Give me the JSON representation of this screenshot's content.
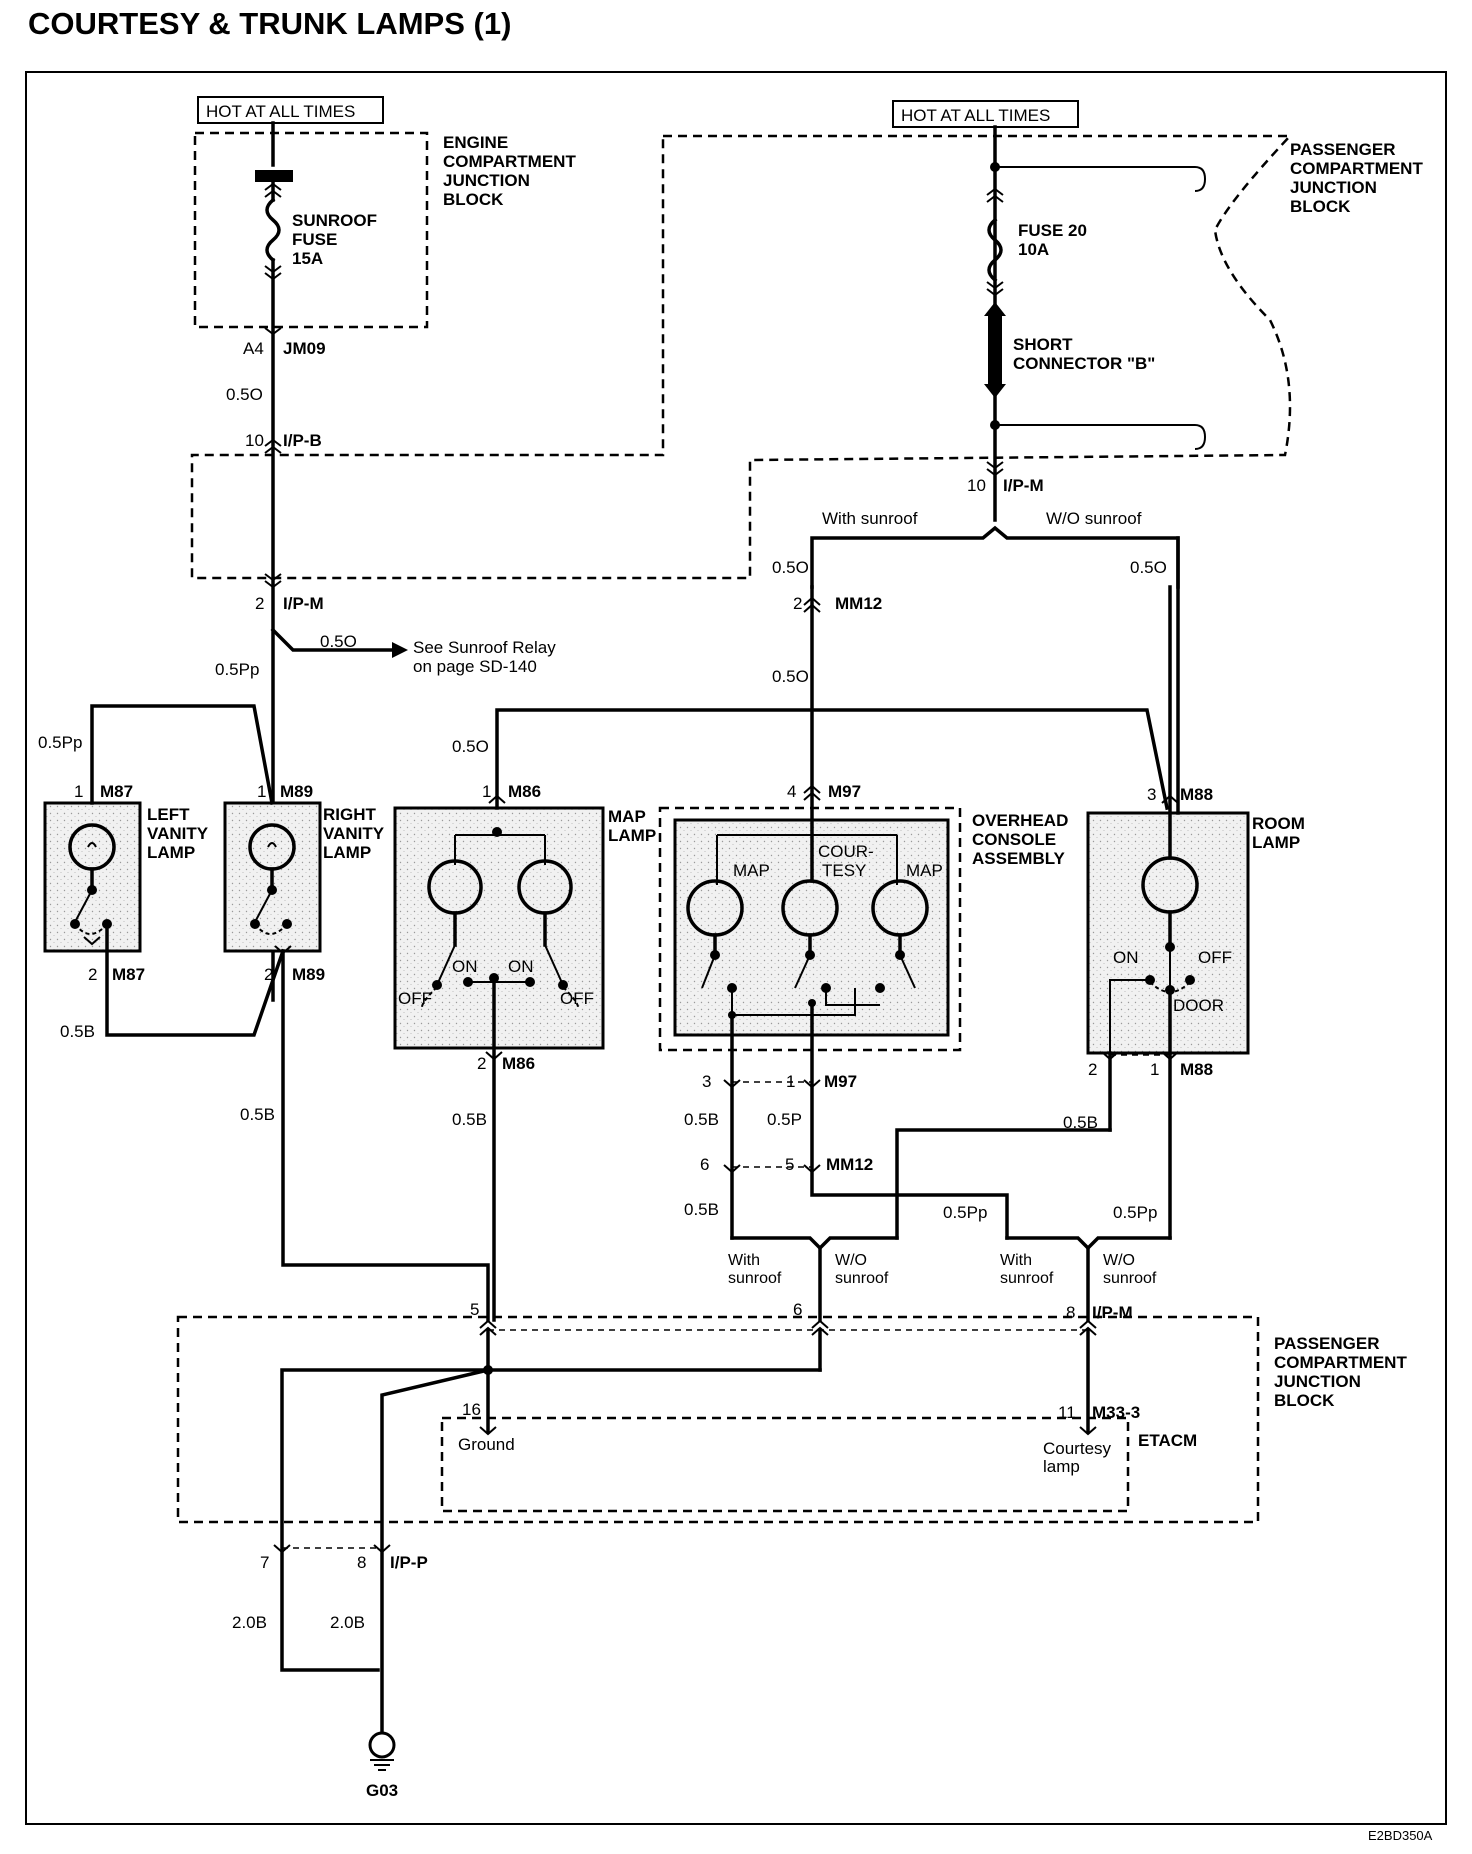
{
  "title": "COURTESY & TRUNK LAMPS (1)",
  "figure_code": "E2BD350A",
  "power": {
    "hot_left": "HOT AT ALL TIMES",
    "hot_right": "HOT AT ALL TIMES"
  },
  "blocks": {
    "engine_junction": [
      "ENGINE",
      "COMPARTMENT",
      "JUNCTION",
      "BLOCK"
    ],
    "passenger_junction_top": [
      "PASSENGER",
      "COMPARTMENT",
      "JUNCTION",
      "BLOCK"
    ],
    "passenger_junction_bottom": [
      "PASSENGER",
      "COMPARTMENT",
      "JUNCTION",
      "BLOCK"
    ],
    "etacm": "ETACM"
  },
  "fuses": {
    "sunroof": [
      "SUNROOF",
      "FUSE",
      "15A"
    ],
    "fuse20": [
      "FUSE 20",
      "10A"
    ],
    "short_connector": [
      "SHORT",
      "CONNECTOR \"B\""
    ]
  },
  "connectors": {
    "a4": "A4",
    "jm09": "JM09",
    "p10a": "10",
    "ipb": "I/P-B",
    "p2a": "2",
    "ipm_a": "I/P-M",
    "p10b": "10",
    "ipm_b": "I/P-M",
    "p2b": "2",
    "mm12_a": "MM12",
    "p4": "4",
    "m97_a": "M97",
    "p1a": "1",
    "m87_a": "M87",
    "p1b": "1",
    "m89_a": "M89",
    "p1c": "1",
    "m86_a": "M86",
    "p3a": "3",
    "m88_a": "M88",
    "p2c": "2",
    "m87_b": "M87",
    "p2d": "2",
    "m89_b": "M89",
    "p2e": "2",
    "m86_b": "M86",
    "p3b": "3",
    "p1d": "1",
    "m97_b": "M97",
    "p6a": "6",
    "p5": "5",
    "mm12_b": "MM12",
    "p2f": "2",
    "p1e": "1",
    "m88_b": "M88",
    "p5b": "5",
    "p6b": "6",
    "p8": "8",
    "ipm_c": "I/P-M",
    "p16": "16",
    "p11": "11",
    "m333": "M33-3",
    "p7": "7",
    "p8b": "8",
    "ipp": "I/P-P"
  },
  "wires": {
    "w1": "0.5O",
    "w2": "0.5Pp",
    "w3": "0.5O",
    "w4": "0.5O",
    "w5": "0.5O",
    "w6": "0.5O",
    "w7": "0.5Pp",
    "w8": "0.5O",
    "w9": "0.5B",
    "w10": "0.5B",
    "w11": "0.5B",
    "w12": "0.5B",
    "w13": "0.5P",
    "w14": "0.5B",
    "w15": "0.5B",
    "w16": "0.5Pp",
    "w17": "0.5Pp",
    "w18": "2.0B",
    "w19": "2.0B"
  },
  "notes": {
    "with_sunroof_top": "With sunroof",
    "wo_sunroof_top": "W/O sunroof",
    "with_sunroof_b1": [
      "With",
      "sunroof"
    ],
    "wo_sunroof_b1": [
      "W/O",
      "sunroof"
    ],
    "with_sunroof_b2": [
      "With",
      "sunroof"
    ],
    "wo_sunroof_b2": [
      "W/O",
      "sunroof"
    ],
    "sunroof_relay": [
      "See Sunroof Relay",
      "on page SD-140"
    ],
    "ground_label": "Ground",
    "courtesy_label": [
      "Courtesy",
      "lamp"
    ],
    "ground_id": "G03"
  },
  "components": {
    "left_vanity": [
      "LEFT",
      "VANITY",
      "LAMP"
    ],
    "right_vanity": [
      "RIGHT",
      "VANITY",
      "LAMP"
    ],
    "map_lamp": [
      "MAP",
      "LAMP"
    ],
    "overhead": [
      "OVERHEAD",
      "CONSOLE",
      "ASSEMBLY"
    ],
    "room_lamp": [
      "ROOM",
      "LAMP"
    ],
    "oc_map_left": "MAP",
    "oc_courtesy": [
      "COUR-",
      "TESY"
    ],
    "oc_map_right": "MAP",
    "on_left": "ON",
    "on_right": "ON",
    "off_left": "OFF",
    "off_right": "OFF",
    "room_on": "ON",
    "room_off": "OFF",
    "room_door": "DOOR"
  }
}
